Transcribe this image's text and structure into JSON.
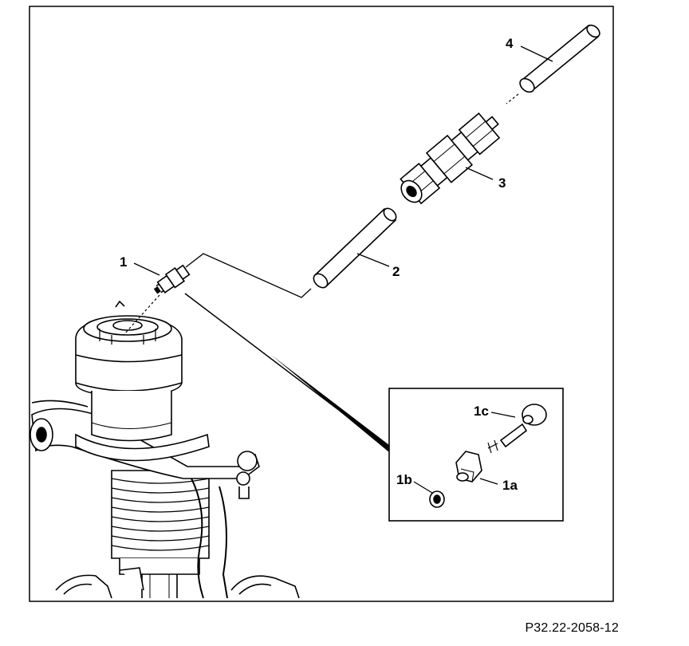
{
  "callouts": {
    "c1": "1",
    "c1a": "1a",
    "c1b": "1b",
    "c1c": "1c",
    "c2": "2",
    "c3": "3",
    "c4": "4"
  },
  "reference_code": "P32.22-2058-12"
}
